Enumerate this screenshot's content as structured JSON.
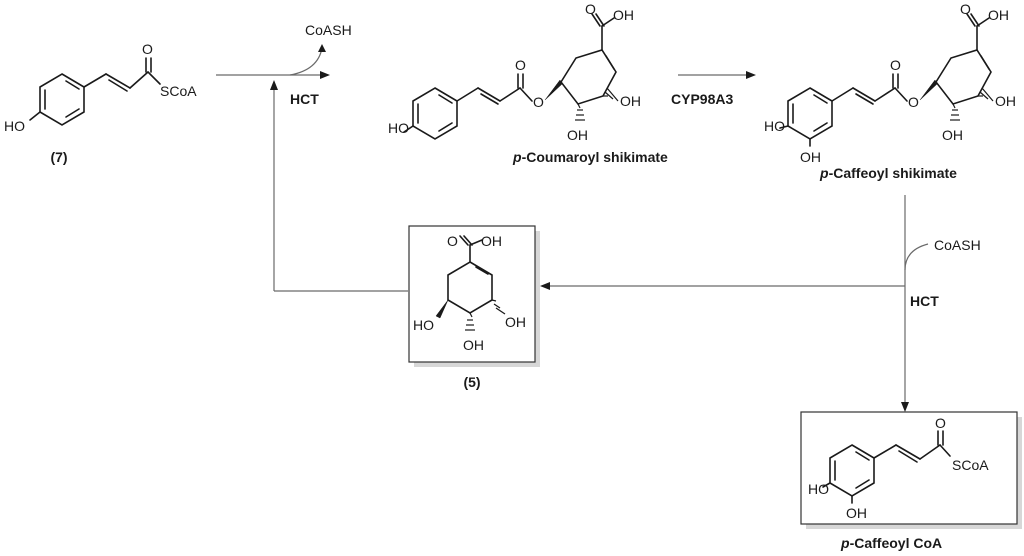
{
  "molecules": {
    "coumaroyl_coa": {
      "label": "(7)",
      "ho": "HO",
      "o": "O",
      "scoa": "SCoA"
    },
    "coumaroyl_shikimate": {
      "label_prefix": "p",
      "label_rest": "-Coumaroyl shikimate",
      "cooh": "OH",
      "cooh_o": "O",
      "ester_o": "O",
      "ester_co": "O",
      "oh_a": "OH",
      "oh_b": "OH",
      "ho": "HO"
    },
    "caffeoyl_shikimate": {
      "label_prefix": "p",
      "label_rest": "-Caffeoyl shikimate",
      "cooh": "OH",
      "cooh_o": "O",
      "ester_o": "O",
      "ester_co": "O",
      "oh_a": "OH",
      "oh_b": "OH",
      "ho": "HO",
      "oh_ring": "OH"
    },
    "shikimate": {
      "label": "(5)",
      "cooh": "OH",
      "cooh_o": "O",
      "ho": "HO",
      "oh_a": "OH",
      "oh_b": "OH"
    },
    "caffeoyl_coa": {
      "label_prefix": "p",
      "label_rest": "-Caffeoyl CoA",
      "ho": "HO",
      "oh_ring": "OH",
      "o": "O",
      "scoa": "SCoA"
    }
  },
  "reactions": {
    "step1": {
      "enzyme": "HCT",
      "byproduct": "CoASH"
    },
    "step2": {
      "enzyme": "CYP98A3"
    },
    "step3": {
      "enzyme": "HCT",
      "byproduct": "CoASH"
    }
  }
}
